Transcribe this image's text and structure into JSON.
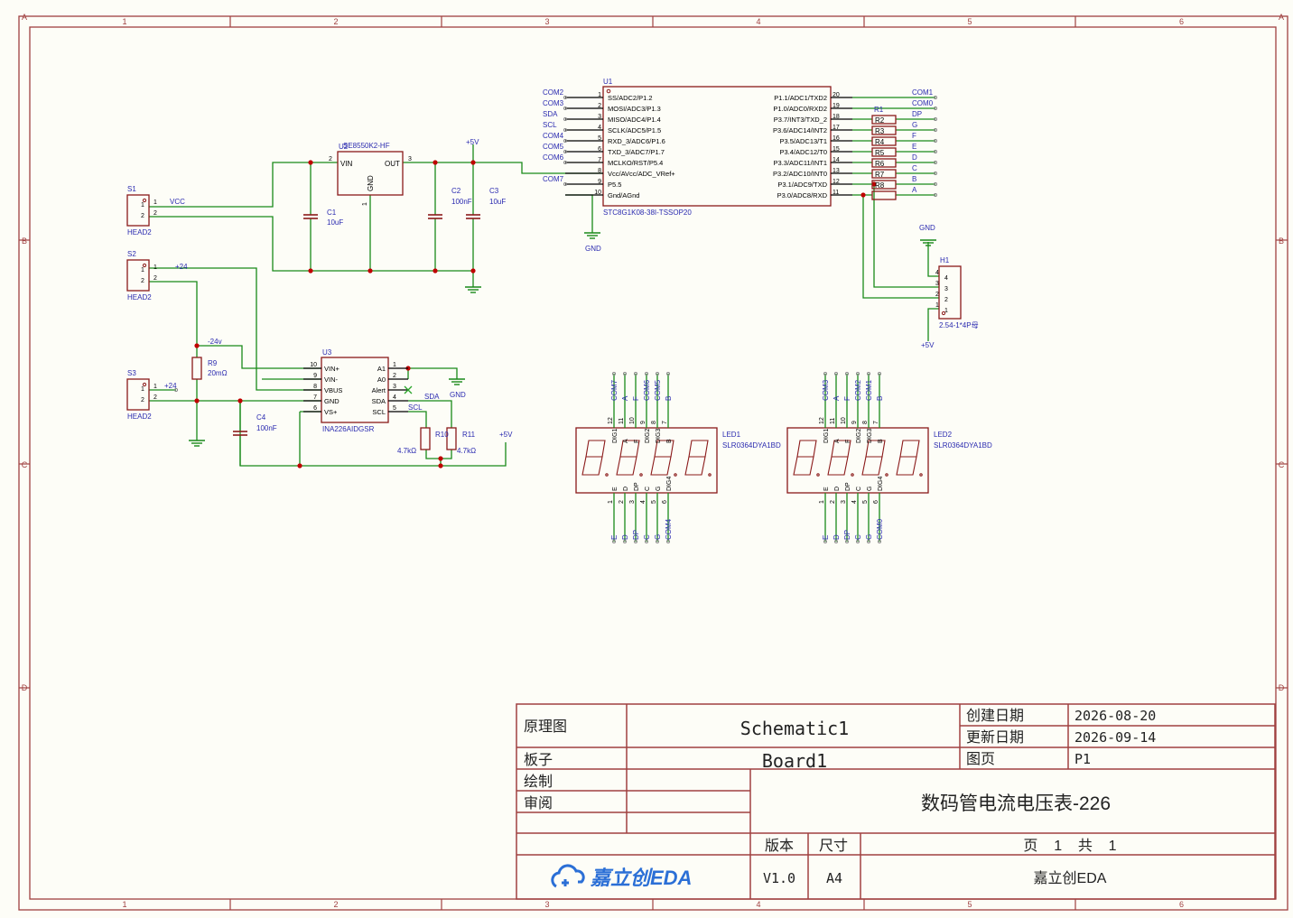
{
  "frame": {
    "cols": [
      "1",
      "2",
      "3",
      "4",
      "5",
      "6"
    ],
    "rows": [
      "A",
      "B",
      "C",
      "D"
    ]
  },
  "colors": {
    "frame": "#a04040",
    "wire": "#1a8a1a",
    "label": "#2a2ab0",
    "pin": "#000000",
    "part": "#8b1a1a",
    "junction": "#c00000"
  },
  "components": {
    "u2": {
      "ref": "U2",
      "value": "SE8550K2-HF",
      "pins": {
        "vin": "VIN",
        "out": "OUT",
        "gnd": "GND",
        "n2": "2",
        "n3": "3",
        "n1": "1"
      }
    },
    "s1": {
      "ref": "S1",
      "value": "HEAD2",
      "net": "VCC"
    },
    "s2": {
      "ref": "S2",
      "value": "HEAD2",
      "net": "+24"
    },
    "s3": {
      "ref": "S3",
      "value": "HEAD2",
      "net": "+24"
    },
    "c1": {
      "ref": "C1",
      "value": "10uF"
    },
    "c2": {
      "ref": "C2",
      "value": "100nF"
    },
    "c3": {
      "ref": "C3",
      "value": "10uF"
    },
    "c4": {
      "ref": "C4",
      "value": "100nF"
    },
    "r9": {
      "ref": "R9",
      "value": "20mΩ",
      "net": "-24v"
    },
    "r10": {
      "ref": "R10",
      "value": "4.7kΩ"
    },
    "r11": {
      "ref": "R11",
      "value": "4.7kΩ"
    },
    "u3": {
      "ref": "U3",
      "value": "INA226AIDGSR",
      "left_pins": [
        [
          "10",
          "VIN+"
        ],
        [
          "9",
          "VIN-"
        ],
        [
          "8",
          "VBUS"
        ],
        [
          "7",
          "GND"
        ],
        [
          "6",
          "VS+"
        ]
      ],
      "right_pins": [
        [
          "1",
          "A1"
        ],
        [
          "2",
          "A0"
        ],
        [
          "3",
          "Alert"
        ],
        [
          "4",
          "SDA"
        ],
        [
          "5",
          "SCL"
        ]
      ],
      "nets": {
        "sda": "SDA",
        "scl": "SCL",
        "gnd": "GND",
        "p5v": "+5V"
      }
    },
    "u1": {
      "ref": "U1",
      "value": "STC8G1K08-38I-TSSOP20",
      "left_pins": [
        [
          "1",
          "SS/ADC2/P1.2",
          "COM2"
        ],
        [
          "2",
          "MOSI/ADC3/P1.3",
          "COM3"
        ],
        [
          "3",
          "MISO/ADC4/P1.4",
          "SDA"
        ],
        [
          "4",
          "SCLK/ADC5/P1.5",
          "SCL"
        ],
        [
          "5",
          "RXD_3/ADC6/P1.6",
          "COM4"
        ],
        [
          "6",
          "TXD_3/ADC7/P1.7",
          "COM5"
        ],
        [
          "7",
          "MCLKO/RST/P5.4",
          "COM6"
        ],
        [
          "8",
          "Vcc/AVcc/ADC_VRef+",
          ""
        ],
        [
          "9",
          "P5.5",
          "COM7"
        ],
        [
          "10",
          "Gnd/AGnd",
          ""
        ]
      ],
      "right_pins": [
        [
          "20",
          "P1.1/ADC1/TXD2",
          "COM1"
        ],
        [
          "19",
          "P1.0/ADC0/RXD2",
          "COM0"
        ],
        [
          "18",
          "P3.7/INT3/TXD_2",
          "DP"
        ],
        [
          "17",
          "P3.6/ADC14/INT2",
          "G"
        ],
        [
          "16",
          "P3.5/ADC13/T1",
          "F"
        ],
        [
          "15",
          "P3.4/ADC12/T0",
          "E"
        ],
        [
          "14",
          "P3.3/ADC11/INT1",
          "D"
        ],
        [
          "13",
          "P3.2/ADC10/INT0",
          "C"
        ],
        [
          "12",
          "P3.1/ADC9/TXD",
          "B"
        ],
        [
          "11",
          "P3.0/ADC8/RXD",
          "A"
        ]
      ],
      "gnd": "GND",
      "p5v": "+5V",
      "res_labels": [
        "R1",
        "R2",
        "R3",
        "R4",
        "R5",
        "R6",
        "R7",
        "R8"
      ]
    },
    "h1": {
      "ref": "H1",
      "value": "2.54-1*4P母",
      "pins": [
        "4",
        "3",
        "2",
        "1"
      ],
      "gnd": "GND",
      "p5v": "+5V"
    },
    "led1": {
      "ref": "LED1",
      "value": "SLR0364DYA1BD",
      "top_nets": [
        "COM7",
        "A",
        "F",
        "COM6",
        "COM5",
        "B"
      ],
      "top_pins": [
        "12",
        "11",
        "10",
        "9",
        "8",
        "7"
      ],
      "top_inner": [
        "DIG1",
        "A",
        "F",
        "DIG2",
        "DIG3",
        "B"
      ],
      "bot_nets": [
        "E",
        "D",
        "DP",
        "C",
        "G",
        "COM4"
      ],
      "bot_pins": [
        "1",
        "2",
        "3",
        "4",
        "5",
        "6"
      ],
      "bot_inner": [
        "E",
        "D",
        "DP",
        "C",
        "G",
        "DIG4"
      ]
    },
    "led2": {
      "ref": "LED2",
      "value": "SLR0364DYA1BD",
      "top_nets": [
        "COM3",
        "A",
        "F",
        "COM2",
        "COM1",
        "B"
      ],
      "top_pins": [
        "12",
        "11",
        "10",
        "9",
        "8",
        "7"
      ],
      "top_inner": [
        "DIG1",
        "A",
        "F",
        "DIG2",
        "DIG3",
        "B"
      ],
      "bot_nets": [
        "E",
        "D",
        "DP",
        "C",
        "G",
        "COM0"
      ],
      "bot_pins": [
        "1",
        "2",
        "3",
        "4",
        "5",
        "6"
      ],
      "bot_inner": [
        "E",
        "D",
        "DP",
        "C",
        "G",
        "DIG4"
      ]
    }
  },
  "title_block": {
    "schematic_label": "原理图",
    "schematic": "Schematic1",
    "board_label": "板子",
    "board": "Board1",
    "drawn_label": "绘制",
    "review_label": "审阅",
    "created_label": "创建日期",
    "created": "2026-08-20",
    "updated_label": "更新日期",
    "updated": "2026-09-14",
    "page_label": "图页",
    "page": "P1",
    "title": "数码管电流电压表-226",
    "version_label": "版本",
    "version": "V1.0",
    "size_label": "尺寸",
    "size": "A4",
    "pages_text": "页    1    共    1",
    "company": "嘉立创EDA",
    "logo": "嘉立创EDA"
  }
}
